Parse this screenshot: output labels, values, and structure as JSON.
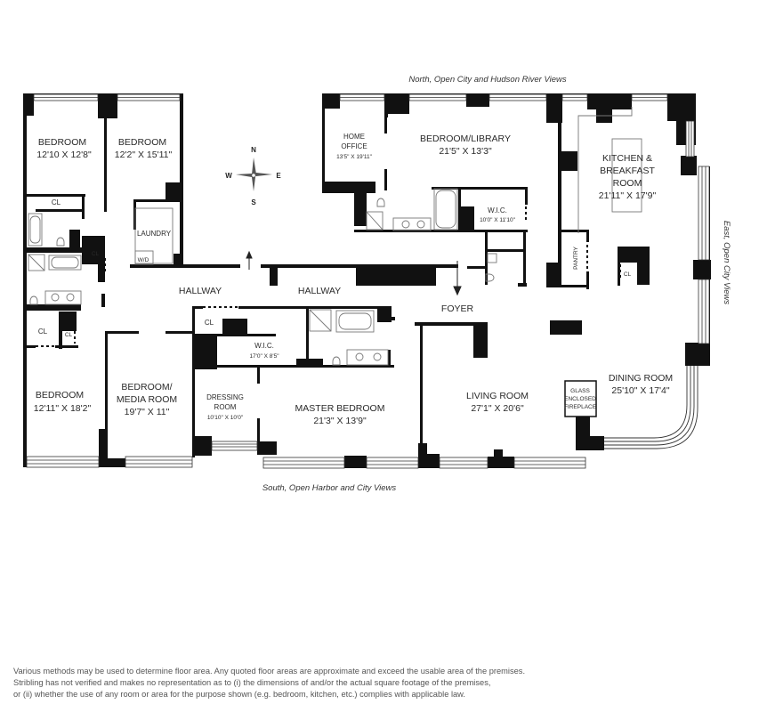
{
  "views": {
    "north": "North, Open City and Hudson River Views",
    "south": "South, Open Harbor and City Views",
    "east": "East, Open City Views"
  },
  "compass": {
    "n": "N",
    "s": "S",
    "e": "E",
    "w": "W"
  },
  "rooms": {
    "bedroom_nw": {
      "name": "BEDROOM",
      "dims": "12'10 X 12'8\""
    },
    "bedroom_n2": {
      "name": "BEDROOM",
      "dims": "12'2\" X 15'11\""
    },
    "laundry": {
      "name": "LAUNDRY"
    },
    "wd": {
      "name": "W/D"
    },
    "home_office": {
      "name1": "HOME",
      "name2": "OFFICE",
      "dims": "13'5\" X 19'11\""
    },
    "bedroom_library": {
      "name": "BEDROOM/LIBRARY",
      "dims": "21'5\" X 13'3\""
    },
    "wic_north": {
      "name": "W.I.C.",
      "dims": "10'0\" X 11'10\""
    },
    "kitchen": {
      "name1": "KITCHEN &",
      "name2": "BREAKFAST",
      "name3": "ROOM",
      "dims": "21'11\" X 17'9\""
    },
    "pantry": {
      "name": "PANTRY"
    },
    "hallway_w": {
      "name": "HALLWAY"
    },
    "hallway_e": {
      "name": "HALLWAY"
    },
    "foyer": {
      "name": "FOYER"
    },
    "bedroom_sw": {
      "name": "BEDROOM",
      "dims": "12'11\" X 18'2\""
    },
    "media_room": {
      "name1": "BEDROOM/",
      "name2": "MEDIA ROOM",
      "dims": "19'7\" X 11\""
    },
    "dressing_room": {
      "name1": "DRESSING",
      "name2": "ROOM",
      "dims": "10'10\" X 10'0\""
    },
    "wic_master": {
      "name": "W.I.C.",
      "dims": "17'0\" X 8'5\""
    },
    "master_bedroom": {
      "name": "MASTER BEDROOM",
      "dims": "21'3\" X 13'9\""
    },
    "living_room": {
      "name": "LIVING ROOM",
      "dims": "27'1\" X 20'6\""
    },
    "dining_room": {
      "name": "DINING ROOM",
      "dims": "25'10\" X 17'4\""
    },
    "fireplace": {
      "line1": "GLASS",
      "line2": "ENCLOSED",
      "line3": "FIREPLACE"
    },
    "closet": "CL"
  },
  "disclaimer": [
    "Various methods may be used to determine floor area.  Any quoted floor areas are approximate and exceed the usable area of the premises.",
    "Stribling has not verified and makes no representation as to (i) the dimensions of and/or the actual square footage of the premises,",
    "or (ii) whether the use of any room or area for the purpose shown (e.g. bedroom, kitchen, etc.) complies with applicable law."
  ]
}
